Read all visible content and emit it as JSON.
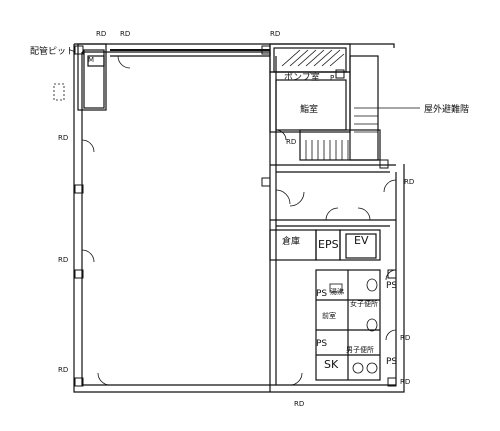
{
  "labels": {
    "piping_pit": "配管ピット",
    "pump_room": "ポンプ室",
    "storage_room": "鮨室",
    "outdoor_stair": "屋外避難階",
    "warehouse": "倉庫",
    "eps": "EPS",
    "ev": "EV",
    "ps": "PS",
    "hot_water": "湯沸",
    "womens_wc": "女子便所",
    "mens_wc": "男子便所",
    "sk": "SK",
    "front_room": "前室",
    "rd": "RD",
    "mark_m": "M",
    "mark_p": "P"
  },
  "colors": {
    "line": "#111111",
    "background": "#ffffff"
  },
  "icons": [
    "stair-hatch-icon",
    "door-swing-icon",
    "toilet-icon",
    "sink-icon"
  ]
}
